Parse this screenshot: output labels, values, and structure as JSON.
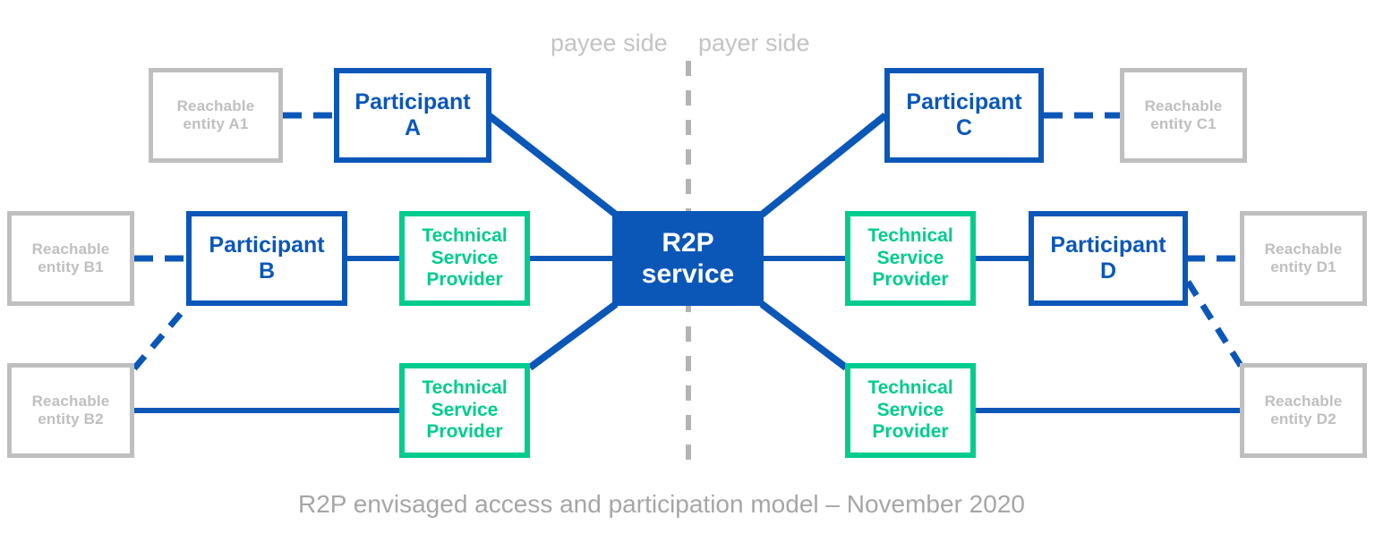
{
  "diagram": {
    "caption": "R2P envisaged access and participation model – November 2020",
    "side_labels": {
      "left": "payee side",
      "right": "payer side"
    },
    "colors": {
      "participant_blue": "#0b57b8",
      "hub_blue": "#0b57b8",
      "tsp_green": "#00cc8e",
      "entity_gray": "#bfbfbf",
      "caption_gray": "#a6a6a6",
      "divider_gray": "#b3b3b3",
      "background": "#ffffff"
    },
    "hub": {
      "label": "R2P\nservice"
    },
    "nodes": [
      {
        "id": "entity-a1",
        "type": "entity",
        "label": "Reachable\nentity A1"
      },
      {
        "id": "participant-a",
        "type": "participant",
        "label": "Participant\nA"
      },
      {
        "id": "entity-b1",
        "type": "entity",
        "label": "Reachable\nentity B1"
      },
      {
        "id": "participant-b",
        "type": "participant",
        "label": "Participant\nB"
      },
      {
        "id": "tsp-b",
        "type": "tsp",
        "label": "Technical\nService\nProvider"
      },
      {
        "id": "entity-b2",
        "type": "entity",
        "label": "Reachable\nentity B2"
      },
      {
        "id": "tsp-b2",
        "type": "tsp",
        "label": "Technical\nService\nProvider"
      },
      {
        "id": "participant-c",
        "type": "participant",
        "label": "Participant\nC"
      },
      {
        "id": "entity-c1",
        "type": "entity",
        "label": "Reachable\nentity C1"
      },
      {
        "id": "tsp-d",
        "type": "tsp",
        "label": "Technical\nService\nProvider"
      },
      {
        "id": "participant-d",
        "type": "participant",
        "label": "Participant\nD"
      },
      {
        "id": "entity-d1",
        "type": "entity",
        "label": "Reachable\nentity D1"
      },
      {
        "id": "tsp-d2",
        "type": "tsp",
        "label": "Technical\nService\nProvider"
      },
      {
        "id": "entity-d2",
        "type": "entity",
        "label": "Reachable\nentity D2"
      }
    ],
    "connections": [
      {
        "from": "entity-a1",
        "to": "participant-a",
        "style": "dashed"
      },
      {
        "from": "participant-a",
        "to": "hub",
        "style": "solid"
      },
      {
        "from": "entity-b1",
        "to": "participant-b",
        "style": "dashed"
      },
      {
        "from": "participant-b",
        "to": "tsp-b",
        "style": "solid"
      },
      {
        "from": "tsp-b",
        "to": "hub",
        "style": "solid"
      },
      {
        "from": "entity-b2",
        "to": "participant-b",
        "style": "dashed"
      },
      {
        "from": "entity-b2",
        "to": "tsp-b2",
        "style": "solid"
      },
      {
        "from": "tsp-b2",
        "to": "hub",
        "style": "solid"
      },
      {
        "from": "hub",
        "to": "participant-c",
        "style": "solid"
      },
      {
        "from": "participant-c",
        "to": "entity-c1",
        "style": "dashed"
      },
      {
        "from": "hub",
        "to": "tsp-d",
        "style": "solid"
      },
      {
        "from": "tsp-d",
        "to": "participant-d",
        "style": "solid"
      },
      {
        "from": "participant-d",
        "to": "entity-d1",
        "style": "dashed"
      },
      {
        "from": "participant-d",
        "to": "tsp-d2",
        "style": "dashed"
      },
      {
        "from": "hub",
        "to": "tsp-d2",
        "style": "solid"
      },
      {
        "from": "tsp-d2",
        "to": "entity-d2",
        "style": "solid"
      }
    ]
  }
}
